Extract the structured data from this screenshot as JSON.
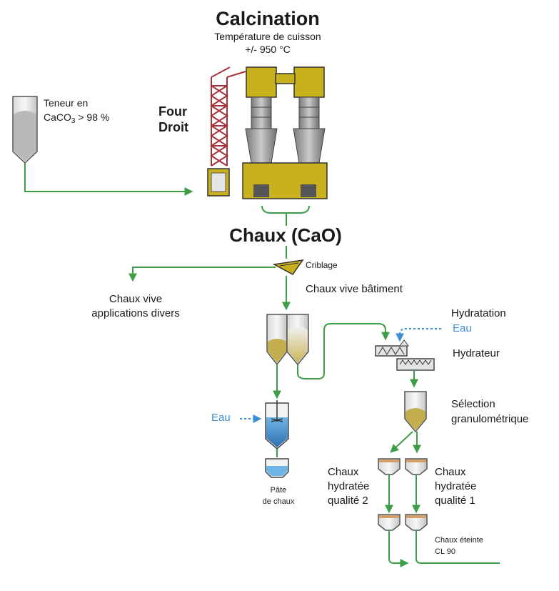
{
  "title": "Calcination",
  "cooking": {
    "line1": "Température de cuisson",
    "line2": "+/- 950 °C"
  },
  "furnace": {
    "line1": "Four",
    "line2": "Droit"
  },
  "raw_material": {
    "line1": "Teneur en",
    "line2_a": "CaCO",
    "line2_sub": "3",
    "line2_b": " > 98 %"
  },
  "product": "Chaux (CaO)",
  "criblage": "Criblage",
  "quicklime_building": "Chaux vive bâtiment",
  "quicklime_misc": {
    "line1": "Chaux vive",
    "line2": "applications divers"
  },
  "hydratation": "Hydratation",
  "water_hydrator": "Eau",
  "hydrateur": "Hydrateur",
  "selection": {
    "line1": "Sélection",
    "line2": "granulométrique"
  },
  "water_paste": "Eau",
  "paste": {
    "line1": "Pâte",
    "line2": "de chaux"
  },
  "q2": {
    "line1": "Chaux",
    "line2": "hydratée",
    "line3": "qualité 2"
  },
  "q1": {
    "line1": "Chaux",
    "line2": "hydratée",
    "line3": "qualité 1"
  },
  "slaked": {
    "line1": "Chaux éteinte",
    "line2": "CL 90"
  },
  "colors": {
    "flow_green": "#3e9d47",
    "kiln_yellow": "#c8b11d",
    "crane_red": "#a8303a",
    "water_blue": "#3b8fd6",
    "steel_gray": "#8c8c8c"
  }
}
